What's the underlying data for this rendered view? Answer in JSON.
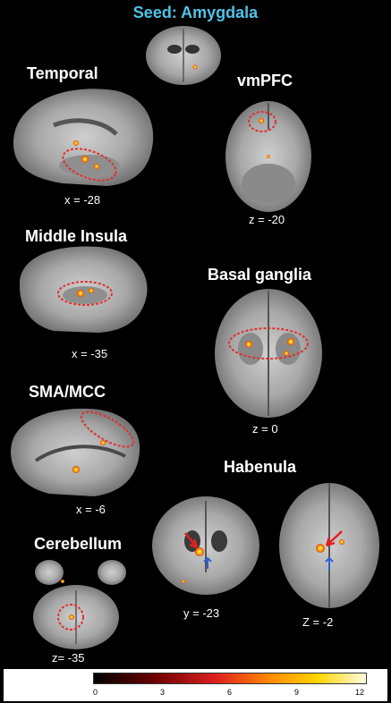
{
  "title": "Seed: Amygdala",
  "panels": [
    {
      "label": "Temporal",
      "coord": "x = -28"
    },
    {
      "label": "vmPFC",
      "coord": "z = -20"
    },
    {
      "label": "Middle Insula",
      "coord": "x = -35"
    },
    {
      "label": "Basal ganglia",
      "coord": "z = 0"
    },
    {
      "label": "SMA/MCC",
      "coord": "x = -6"
    },
    {
      "label": "Habenula",
      "coord_left": "y = -23",
      "coord_right": "Z = -2"
    },
    {
      "label": "Cerebellum",
      "coord": "z= -35"
    }
  ],
  "colorbar": {
    "ticks": [
      "0",
      "3",
      "6",
      "9",
      "12"
    ],
    "gradient": [
      "#000000",
      "#6a0000",
      "#e02020",
      "#ff8c00",
      "#ffd400",
      "#fffbe0"
    ]
  },
  "annotation_colors": {
    "circle": "#e03030",
    "arrow_red": "#e02020",
    "arrow_blue": "#2f5fd0"
  }
}
